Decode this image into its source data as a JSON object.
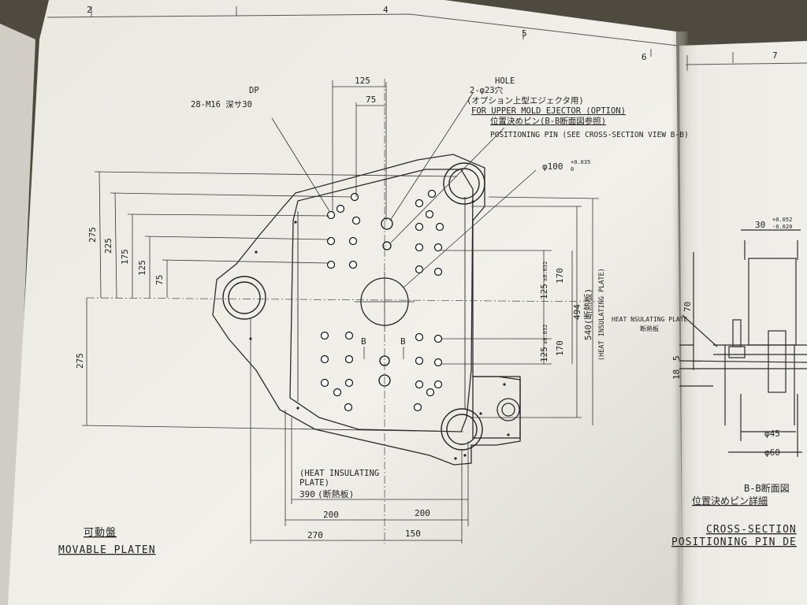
{
  "column_marks": [
    "2",
    "4",
    "5",
    "6",
    "7"
  ],
  "left_page": {
    "notes": {
      "dp_label": "DP",
      "dp_spec": "28-M16 深サ30",
      "hole_label": "HOLE",
      "hole_spec": "2-φ23穴",
      "option_jp": "(オプション上型エジェクタ用)",
      "option_en": "FOR UPPER MOLD EJECTOR (OPTION)",
      "pin_jp": "位置決めピン(B-B断面図参照)",
      "pin_en": "POSITIONING PIN (SEE CROSS-SECTION VIEW B-B)",
      "dia100": "φ100",
      "dia100_tol_upper": "+0.035",
      "dia100_tol_lower": "0",
      "section_mark": "B",
      "heat_plate_en_1": "(HEAT INSULATING",
      "heat_plate_en_2": "PLATE)",
      "heat_plate_jp": "(断熱板)"
    },
    "dims_top": {
      "d125": "125",
      "d75": "75"
    },
    "dims_left": {
      "d275a": "275",
      "d225": "225",
      "d175": "175",
      "d125": "125",
      "d75": "75",
      "d275b": "275"
    },
    "dims_right": {
      "d170a": "170",
      "d125a": "125",
      "tol_a": "±0.032",
      "d125b": "125",
      "tol_b": "±0.032",
      "d170b": "170",
      "d494": "494",
      "d540": "540(断熱板)",
      "d540_sub": "(HEAT INSULATING PLATE)"
    },
    "dims_bottom": {
      "d390": "390",
      "d200a": "200",
      "d200b": "200",
      "d270": "270",
      "d150": "150"
    },
    "title_jp": "可動盤",
    "title_en": "MOVABLE PLATEN"
  },
  "right_page": {
    "dim30": "30",
    "dim30_tol_upper": "+0.052",
    "dim30_tol_lower": "-0.020",
    "dim70": "70",
    "dim18": "18",
    "dim5": "5",
    "heat_label": "HEAT NSULATING PLATE",
    "heat_label_jp": "断熱板",
    "dim45": "φ45",
    "dim60": "φ60",
    "section_jp": "B-B断面図",
    "pin_detail_jp": "位置決めピン詳細",
    "title_en_1": "CROSS-SECTION",
    "title_en_2": "POSITIONING PIN DE"
  }
}
